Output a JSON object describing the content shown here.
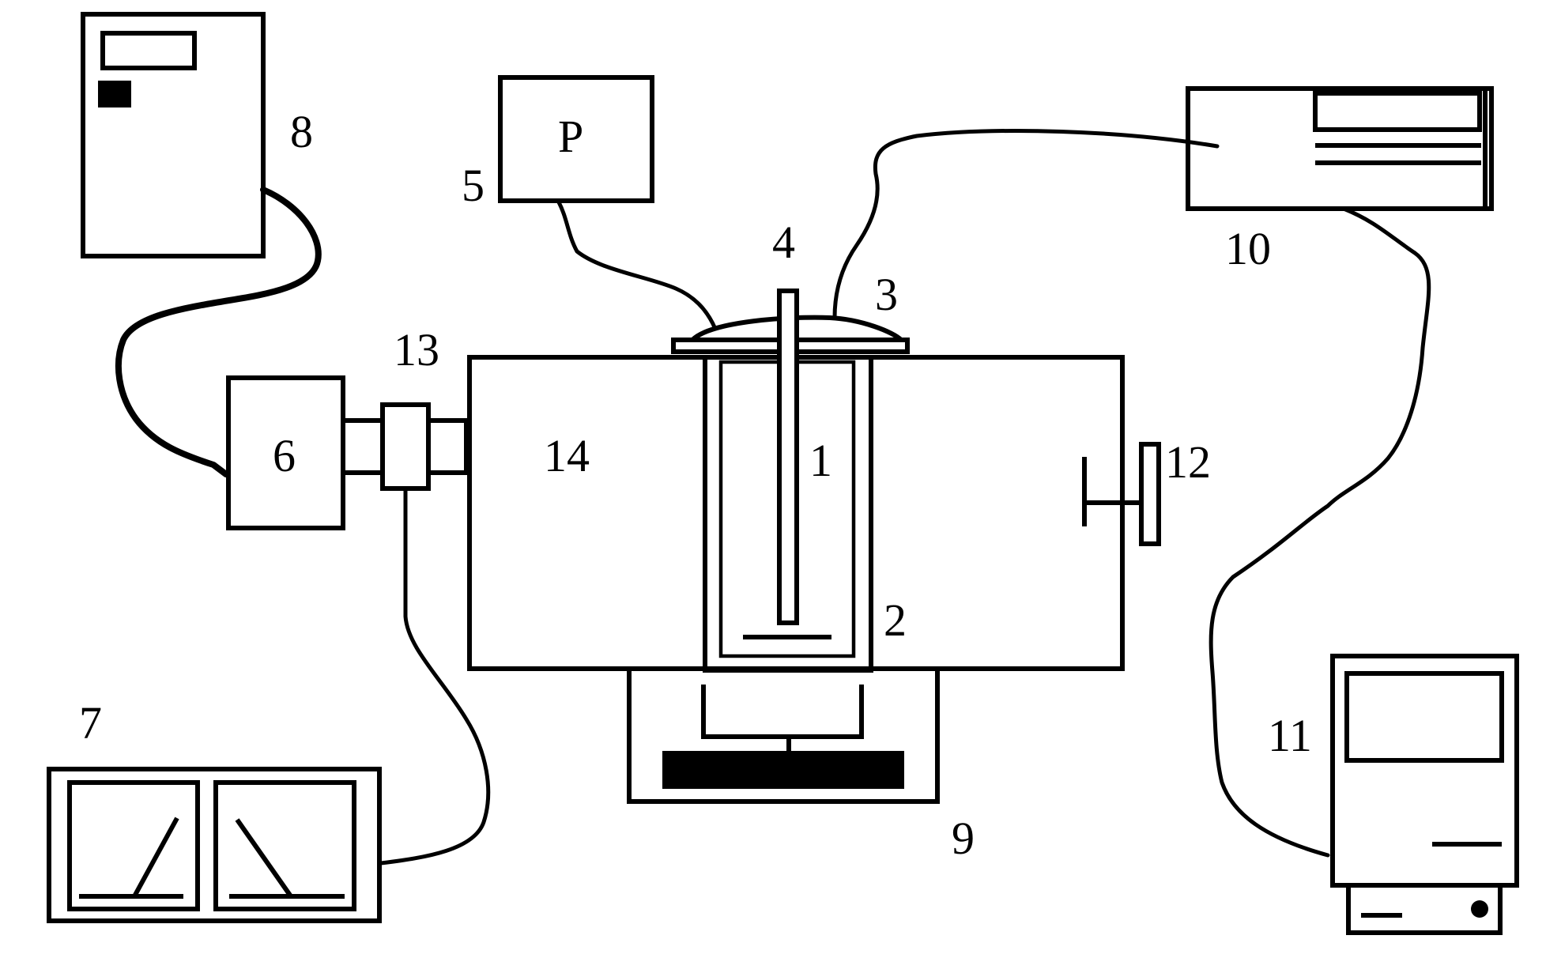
{
  "labels": {
    "l1": "1",
    "l2": "2",
    "l3": "3",
    "l4": "4",
    "l5": "5",
    "l6": "6",
    "l7": "7",
    "l8": "8",
    "l9": "9",
    "l10": "10",
    "l11": "11",
    "l12": "12",
    "l13": "13",
    "l14": "14",
    "pressure_symbol": "P"
  }
}
